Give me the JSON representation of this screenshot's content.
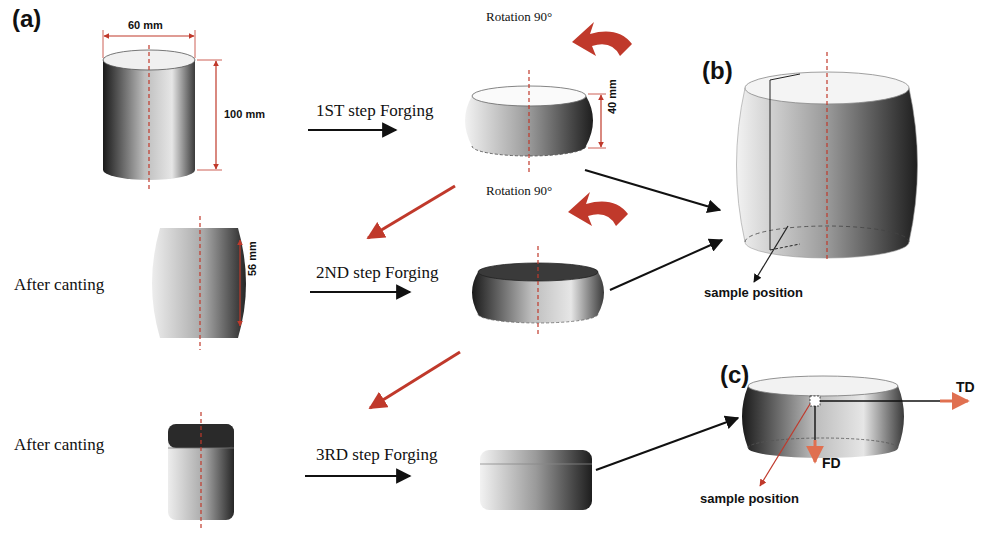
{
  "diagram": {
    "labels": [
      "(a)",
      "60 mm",
      "100 mm",
      "1ST step Forging",
      "Rotation 90°",
      "40 mm",
      "(b)",
      "After canting",
      "56 mm",
      "2ND step Forging",
      "Rotation 90°",
      "sample position",
      "(c)",
      "After canting",
      "3RD step Forging",
      "TD",
      "FD",
      "sample position"
    ]
  }
}
